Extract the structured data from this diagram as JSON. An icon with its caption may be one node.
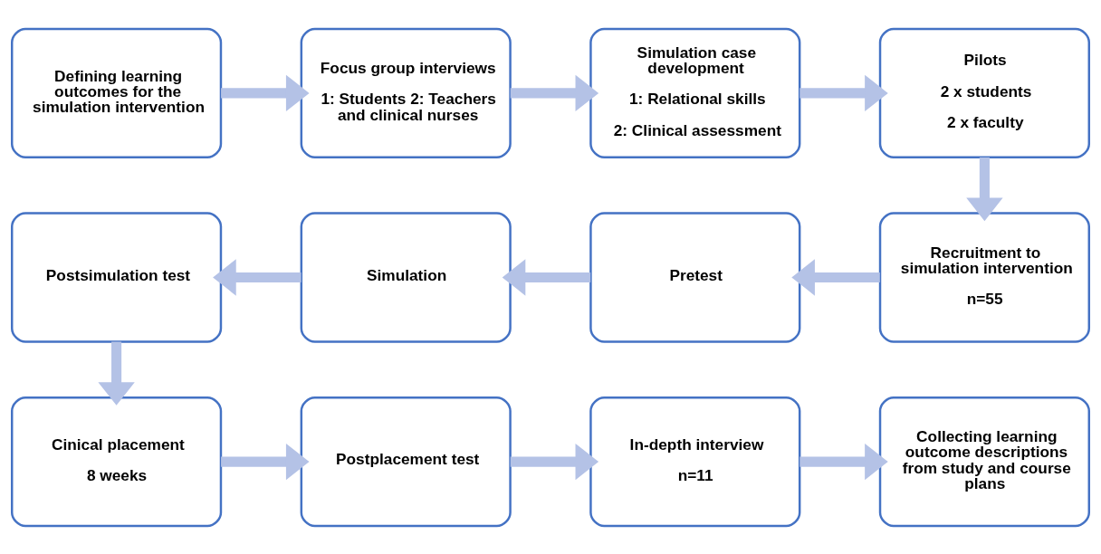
{
  "diagram": {
    "nodes": [
      {
        "text": [
          "Defining learning outcomes for the simulation intervention"
        ]
      },
      {
        "text": [
          "Focus group interviews",
          "1: Students 2: Teachers and clinical nurses"
        ]
      },
      {
        "text": [
          "Simulation case development",
          "1: Relational skills",
          "2: Clinical assessment"
        ]
      },
      {
        "text": [
          "Pilots",
          "2 x students",
          "2 x faculty"
        ]
      },
      {
        "text": [
          "Postsimulation test"
        ]
      },
      {
        "text": [
          "Simulation"
        ]
      },
      {
        "text": [
          "Pretest"
        ]
      },
      {
        "text": [
          "Recruitment to simulation intervention",
          "n=55"
        ]
      },
      {
        "text": [
          "Cinical placement",
          "8 weeks"
        ]
      },
      {
        "text": [
          "Postplacement test"
        ]
      },
      {
        "text": [
          "In-depth interview",
          "n=11"
        ]
      },
      {
        "text": [
          "Collecting learning outcome descriptions from study and course plans"
        ]
      }
    ],
    "edges": [
      {
        "from": 0,
        "to": 1,
        "arrow": "to"
      },
      {
        "from": 1,
        "to": 2,
        "arrow": "to"
      },
      {
        "from": 2,
        "to": 3,
        "arrow": "to"
      },
      {
        "from": 3,
        "to": 7,
        "arrow": "to"
      },
      {
        "from": 7,
        "to": 6,
        "arrow": "to"
      },
      {
        "from": 6,
        "to": 5,
        "arrow": "to"
      },
      {
        "from": 5,
        "to": 4,
        "arrow": "to"
      },
      {
        "from": 4,
        "to": 8,
        "arrow": "to"
      },
      {
        "from": 8,
        "to": 9,
        "arrow": "to"
      },
      {
        "from": 9,
        "to": 10,
        "arrow": "to"
      },
      {
        "from": 10,
        "to": 11,
        "arrow": "to"
      }
    ]
  }
}
